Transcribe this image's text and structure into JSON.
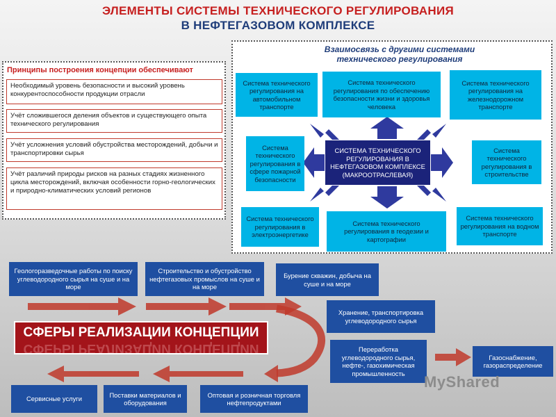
{
  "title": {
    "line1": "ЭЛЕМЕНТЫ СИСТЕМЫ ТЕХНИЧЕСКОГО РЕГУЛИРОВАНИЯ",
    "line2": "В НЕФТЕГАЗОВОМ КОМПЛЕКСЕ"
  },
  "principles": {
    "heading": "Принципы построения концепции обеспечивают",
    "items": [
      "Необходимый уровень безопасности и высокий уровень конкурентоспособности продукции отрасли",
      "Учёт сложившегося деления объектов и существующего опыта технического регулирования",
      "Учёт усложнения условий обустройства месторождений, добычи и транспортировки сырья",
      "Учёт различий природы рисков на разных стадиях жизненного цикла месторождений, включая особенности горно-геологических и природно-климатических условий регионов"
    ]
  },
  "relations": {
    "heading_line1": "Взаимосвязь с другими системами",
    "heading_line2": "технического регулирования",
    "center": "СИСТЕМА ТЕХНИЧЕСКОГО РЕГУЛИРОВАНИЯ В НЕФТЕГАЗОВОМ КОМПЛЕКСЕ (МАКРООТРАСЛЕВАЯ)",
    "systems": {
      "auto": "Система технического регулирования на автомобильном транспорте",
      "safety": "Система технического регулирования по обеспечению безопасности жизни и здоровья человека",
      "rail": "Система технического регулирования на железнодорожном транспорте",
      "fire": "Система технического регулирования в сфере пожарной безопасности",
      "construction": "Система технического регулирования в строительстве",
      "power": "Система технического регулирования в электроэнергетике",
      "geodesy": "Система технического регулирования в геодезии и картографии",
      "water": "Система технического регулирования на водном транспорте"
    }
  },
  "spheres": {
    "banner": "СФЕРЫ РЕАЛИЗАЦИИ КОНЦЕПЦИИ",
    "items": {
      "exploration": "Геологоразведочные работы по поиску углеводородного сырья на суше и на море",
      "building": "Строительство и обустройство нефтегазовых промыслов на суше и на море",
      "drilling": "Бурение скважин, добыча на суше и на море",
      "storage": "Хранение, транспортировка углеводородного сырья",
      "processing": "Переработка углеводородного сырья, нефте-, газохимическая промышленность",
      "gas_supply": "Газоснабжение, газораспределение",
      "service": "Сервисные услуги",
      "supplies": "Поставки материалов и оборудования",
      "trade": "Оптовая и розничная торговля нефтепродуктами"
    }
  },
  "watermark": "MyShared",
  "colors": {
    "title_red": "#c62020",
    "title_blue": "#1f3d7a",
    "cyan_box": "#00b4e6",
    "navy_center": "#1b237a",
    "blue_box": "#1f4fa1",
    "banner_red": "#a3141a",
    "arrow_red": "#c0392b",
    "arrow_blue": "#2f3a9e"
  }
}
